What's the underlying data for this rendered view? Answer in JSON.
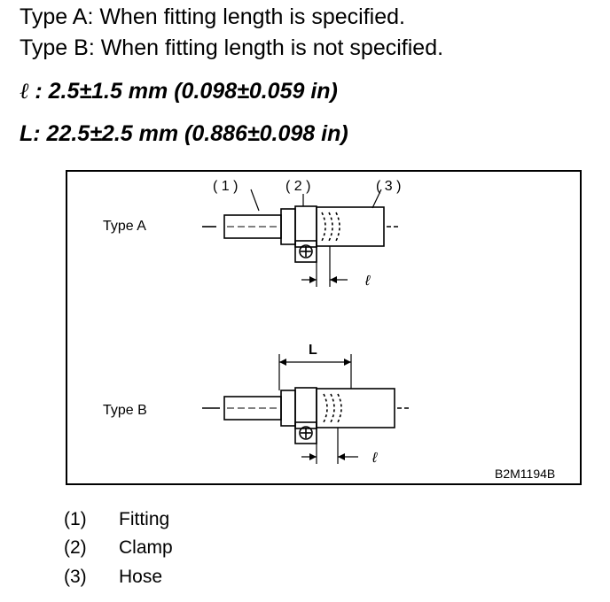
{
  "header": {
    "type_a": "Type A: When fitting length is specified.",
    "type_b": "Type B: When fitting length is not specified."
  },
  "specs": {
    "ell_symbol": "ℓ",
    "ell_value": " : 2.5±1.5 mm (0.098±0.059 in)",
    "L_spec": "L: 22.5±2.5 mm (0.886±0.098 in)"
  },
  "diagram": {
    "callout_1": "( 1 )",
    "callout_2": "( 2 )",
    "callout_3": "( 3 )",
    "type_a_label": "Type  A",
    "type_b_label": "Type  B",
    "dim_L": "L",
    "dim_ell": "ℓ",
    "figure_code": "B2M1194B"
  },
  "legend": [
    {
      "num": "(1)",
      "label": "Fitting"
    },
    {
      "num": "(2)",
      "label": "Clamp"
    },
    {
      "num": "(3)",
      "label": "Hose"
    }
  ]
}
